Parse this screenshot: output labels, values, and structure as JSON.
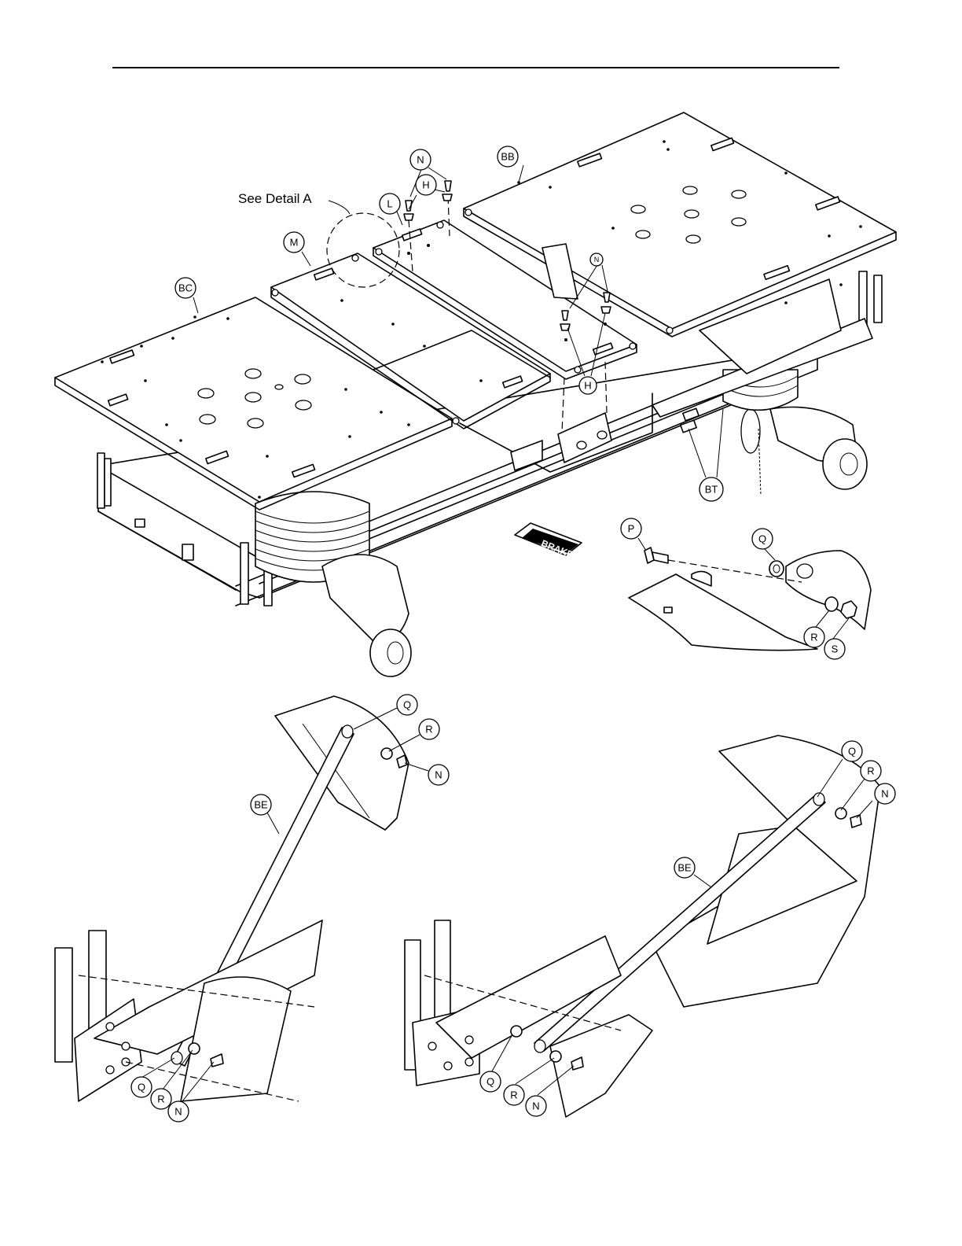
{
  "detail_reference": {
    "text": "See Detail A"
  },
  "brake_label": {
    "text": "BRAKE"
  },
  "callouts": {
    "BB": "BB",
    "BC": "BC",
    "M": "M",
    "L": "L",
    "N": "N",
    "H": "H",
    "BT": "BT",
    "P": "P",
    "Q": "Q",
    "R": "R",
    "S": "S",
    "BE": "BE"
  }
}
